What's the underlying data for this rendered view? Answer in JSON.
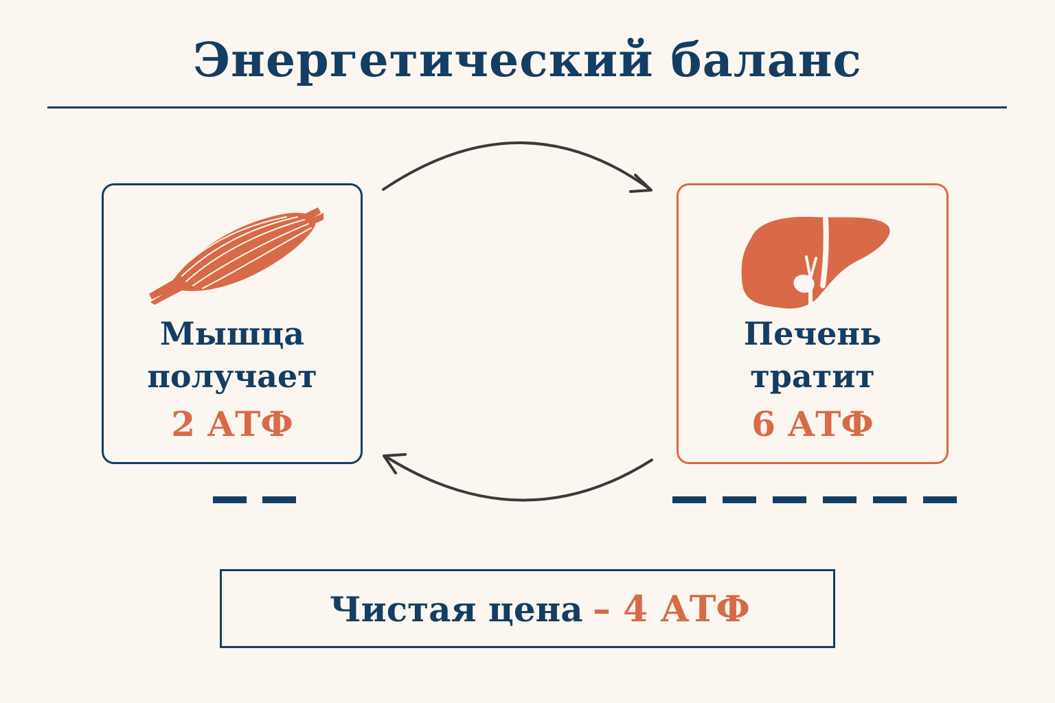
{
  "title": "Энергетический баланс",
  "colors": {
    "navy": "#143d63",
    "orange": "#d86a47",
    "background": "#fbf6ef",
    "arrow": "#3a3a3a"
  },
  "muscle": {
    "label_line1": "Мышца",
    "label_line2": "получает",
    "value": "2 АТФ",
    "atp": 2,
    "icon": "muscle-icon"
  },
  "liver": {
    "label_line1": "Печень",
    "label_line2": "тратит",
    "value": "6 АТФ",
    "atp": 6,
    "icon": "liver-icon"
  },
  "summary": {
    "label": "Чистая цена",
    "value": "– 4 АТФ"
  }
}
